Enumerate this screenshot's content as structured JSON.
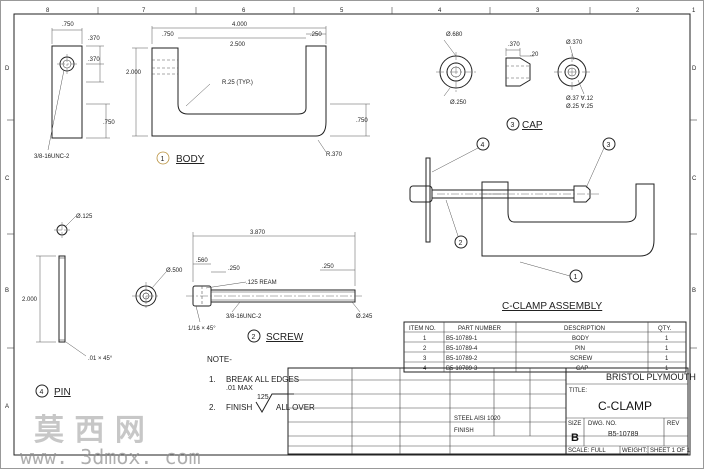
{
  "border": {
    "cols_top": [
      "8",
      "7",
      "6",
      "5",
      "4",
      "3",
      "2",
      "1"
    ],
    "rows_side": [
      "D",
      "C",
      "B",
      "A"
    ]
  },
  "body_view": {
    "label_num": "1",
    "label": "BODY",
    "dims": {
      "d750a": ".750",
      "d370a": ".370",
      "d370b": ".370",
      "d750b": ".750",
      "tap": "3/8-16UNC-2",
      "d4000": "4.000",
      "d750c": ".750",
      "d2500": "2.500",
      "d250": ".250",
      "d2000": "2.000",
      "r25": "R.25 (TYP.)",
      "d750d": ".750",
      "r370": "R.370"
    }
  },
  "cap_view": {
    "label_num": "3",
    "label": "CAP",
    "dims": {
      "dia680": "Ø.680",
      "d370": ".370",
      "dia370": "Ø.370",
      "d20": ".20",
      "dia250": "Ø.250",
      "dia37": "Ø.37 ∀.12",
      "dia25": "Ø.25 ∀.25"
    }
  },
  "assembly": {
    "title": "C-CLAMP ASSEMBLY",
    "balloons": [
      "1",
      "2",
      "3",
      "4"
    ]
  },
  "pin_view": {
    "label_num": "4",
    "label": "PIN",
    "dims": {
      "dia125": "Ø.125",
      "d2000": "2.000",
      "chamfer": ".01 × 45°"
    }
  },
  "screw_view": {
    "label_num": "2",
    "label": "SCREW",
    "dims": {
      "d3870": "3.870",
      "d560": ".560",
      "d250a": ".250",
      "dia500": "Ø.500",
      "ream": ".125 REAM",
      "d250b": ".250",
      "thread": "3/8-16UNC-2",
      "chamfer": "1/16 × 45°",
      "dia245": "Ø.245"
    }
  },
  "notes": {
    "heading": "NOTE-",
    "n1_num": "1.",
    "n1": "BREAK ALL EDGES",
    "n1b": ".01 MAX",
    "n2_num": "2.",
    "n2a": "FINISH",
    "n2_val": "125",
    "n2b": "ALL OVER"
  },
  "bom": {
    "headers": [
      "ITEM NO.",
      "PART NUMBER",
      "DESCRIPTION",
      "QTY."
    ],
    "rows": [
      [
        "1",
        "B5-10789-1",
        "BODY",
        "1"
      ],
      [
        "2",
        "B5-10789-4",
        "PIN",
        "1"
      ],
      [
        "3",
        "B5-10789-2",
        "SCREW",
        "1"
      ],
      [
        "4",
        "B5-10789-3",
        "CAP",
        "1"
      ]
    ]
  },
  "title_block": {
    "company": "BRISTOL PLYMOUTH",
    "title_label": "TITLE:",
    "title": "C-CLAMP",
    "size_label": "SIZE",
    "size": "B",
    "dwg_label": "DWG. NO.",
    "dwg_no": "B5-10789",
    "rev_label": "REV",
    "scale": "SCALE: FULL",
    "weight": "WEIGHT:",
    "sheet": "SHEET 1 OF 1",
    "steel": "STEEL AISI 1020",
    "finish": "FINISH"
  },
  "watermark": {
    "cn": "莫 西 网",
    "url": "www. 3dmox. com"
  }
}
